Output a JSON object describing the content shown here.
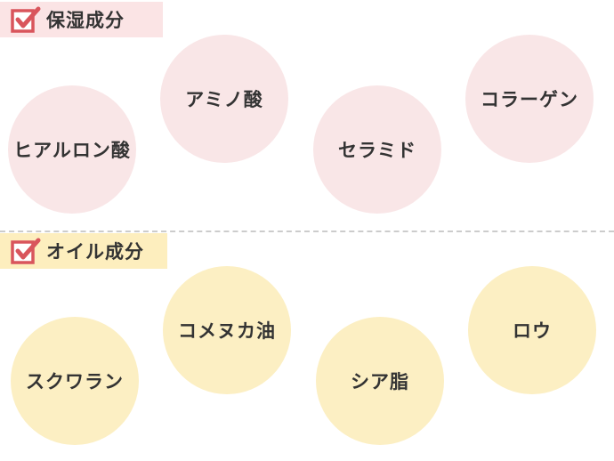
{
  "colors": {
    "pink_header": "#fbe4e5",
    "pink_bubble": "#f9e6e7",
    "yellow_header": "#fdeebe",
    "yellow_bubble": "#fcefc3",
    "check_accent": "#d9555c",
    "text": "#333333"
  },
  "sections": [
    {
      "title": "保湿成分",
      "icon": "checkbox-icon",
      "items": [
        "ヒアルロン酸",
        "アミノ酸",
        "セラミド",
        "コラーゲン"
      ]
    },
    {
      "title": "オイル成分",
      "icon": "checkbox-icon",
      "items": [
        "スクワラン",
        "コメヌカ油",
        "シア脂",
        "ロウ"
      ]
    }
  ]
}
